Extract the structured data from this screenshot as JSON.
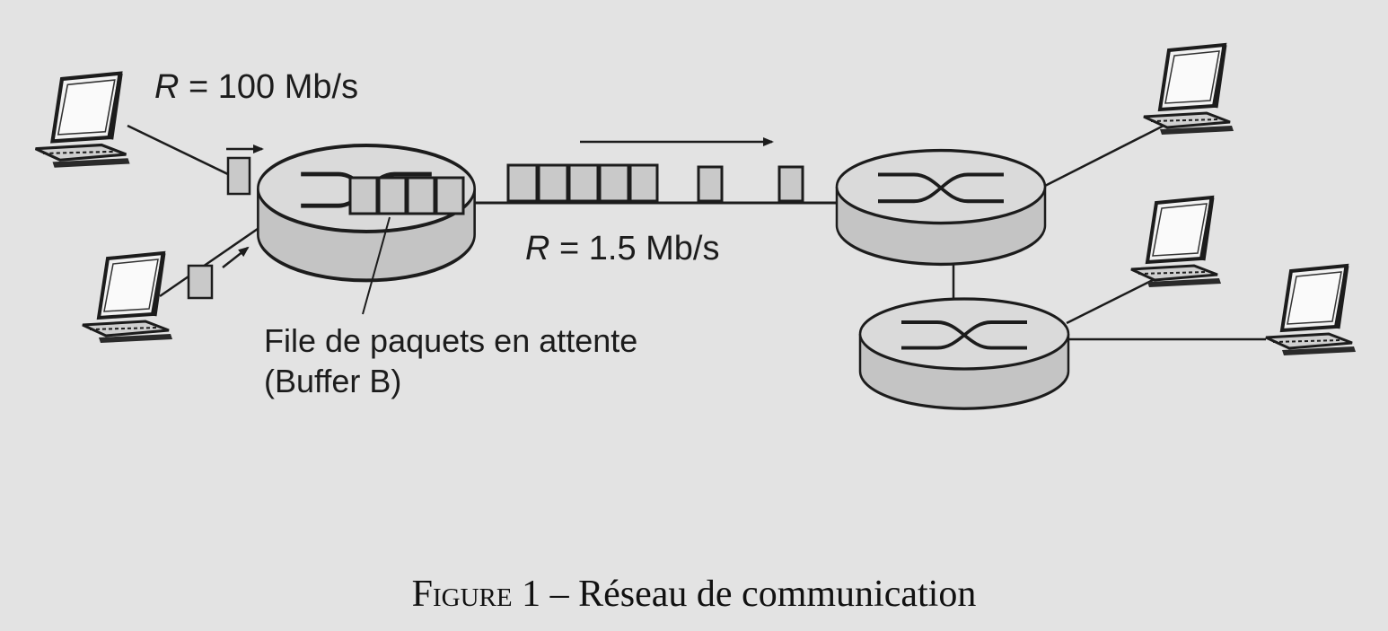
{
  "labels": {
    "access_rate_var": "R",
    "access_rate_value": "= 100 Mb/s",
    "link_rate_var": "R",
    "link_rate_value": "= 1.5 Mb/s",
    "queue_line1": "File de paquets en attente",
    "queue_line2": "(Buffer B)"
  },
  "caption": {
    "figure": "Figure 1",
    "separator": " – ",
    "text": "Réseau de communication"
  },
  "colors": {
    "background": "#e3e3e3",
    "ink": "#1c1c1c",
    "router_fill": "#d2d2d2",
    "packet_fill": "#c9c9c9"
  },
  "icons": [
    "computer-icon",
    "router-icon",
    "packet-icon",
    "arrow-icon"
  ]
}
